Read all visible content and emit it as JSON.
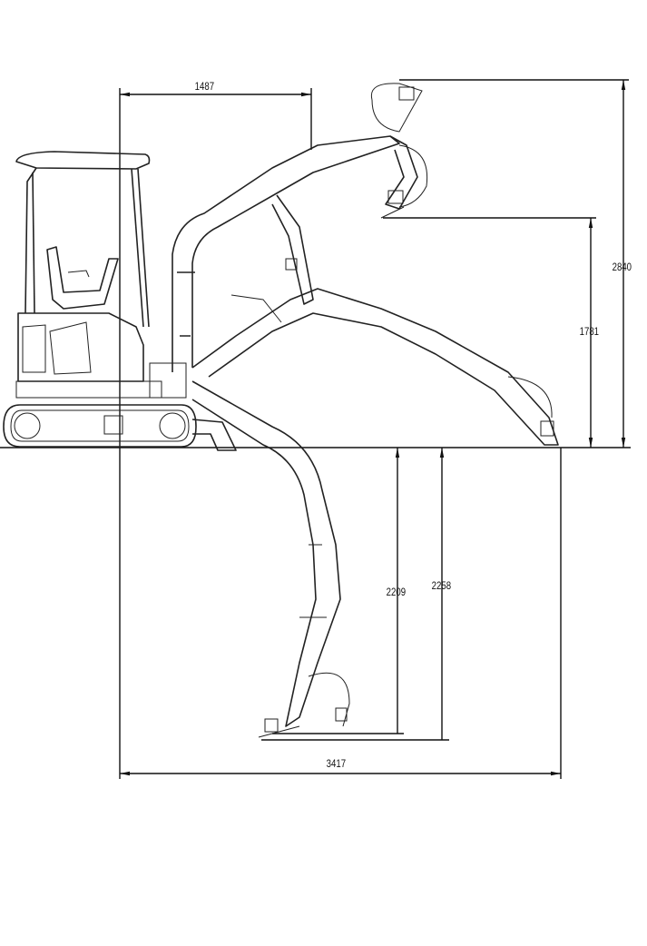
{
  "title": "Excavator working range dimensions",
  "dimensions": {
    "reach_offset": "1487",
    "max_dig_height": "2840",
    "max_dump_height": "1781",
    "max_vertical_dig_depth": "2209",
    "max_dig_depth": "2258",
    "max_dig_reach": "3417"
  },
  "colors": {
    "line": "#111111",
    "background": "#ffffff"
  }
}
